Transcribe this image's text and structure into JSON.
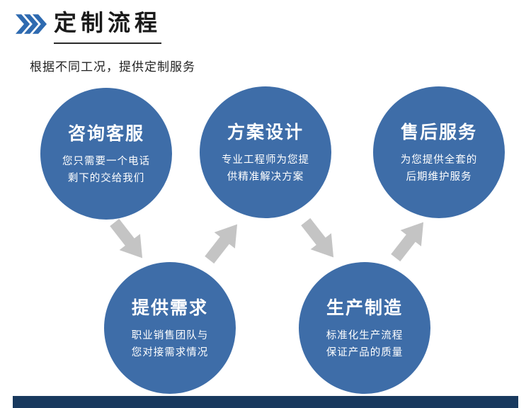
{
  "header": {
    "title": "定制流程",
    "subtitle": "根据不同工况，提供定制服务"
  },
  "icons": {
    "header_icon": "triple-chevron-right-icon",
    "flow_arrow": "block-arrow-icon"
  },
  "steps": [
    {
      "id": 1,
      "title": "咨询客服",
      "desc": "您只需要一个电话\n剩下的交给我们",
      "position": "top-left"
    },
    {
      "id": 2,
      "title": "提供需求",
      "desc": "职业销售团队与\n您对接需求情况",
      "position": "bottom-left"
    },
    {
      "id": 3,
      "title": "方案设计",
      "desc": "专业工程师为您提\n供精准解决方案",
      "position": "top-center"
    },
    {
      "id": 4,
      "title": "生产制造",
      "desc": "标准化生产流程\n保证产品的质量",
      "position": "bottom-right"
    },
    {
      "id": 5,
      "title": "售后服务",
      "desc": "为您提供全套的\n后期维护服务",
      "position": "top-right"
    }
  ],
  "flow": [
    "咨询客服 → 提供需求",
    "提供需求 → 方案设计",
    "方案设计 → 生产制造",
    "生产制造 → 售后服务"
  ],
  "colors": {
    "circle_blue": "#3e6da8",
    "arrow_gray": "#c4c4c4",
    "footer_bar_navy": "#18395e",
    "chevron_blue": "#2e6ab0",
    "title_underline": "#2a2a2a"
  }
}
